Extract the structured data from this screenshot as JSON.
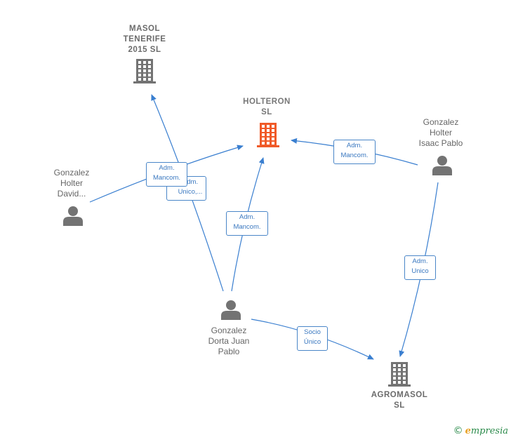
{
  "colors": {
    "edge": "#3a7fd0",
    "icon_gray": "#737373",
    "icon_focus": "#f05a28",
    "label_border": "#4a86c8"
  },
  "nodes": {
    "masol": {
      "label": "MASOL\nTENERIFE\n2015  SL",
      "type": "company",
      "icon": "building-icon"
    },
    "holteron": {
      "label": "HOLTERON\nSL",
      "type": "company-focus",
      "icon": "building-icon"
    },
    "isaac": {
      "label": "Gonzalez\nHolter\nIsaac Pablo",
      "type": "person",
      "icon": "person-icon"
    },
    "david": {
      "label": "Gonzalez\nHolter\nDavid...",
      "type": "person",
      "icon": "person-icon"
    },
    "dorta": {
      "label": "Gonzalez\nDorta Juan\nPablo",
      "type": "person",
      "icon": "person-icon"
    },
    "agromasol": {
      "label": "AGROMASOL\nSL",
      "type": "company",
      "icon": "building-icon"
    }
  },
  "edges": {
    "david_holteron": "Adm.\nMancom.",
    "dorta_masol": "Adm.\nUnico,...",
    "dorta_holteron": "Adm.\nMancom.",
    "isaac_holteron": "Adm.\nMancom.",
    "isaac_agromasol": "Adm.\nUnico",
    "dorta_agromasol": "Socio\nÚnico"
  },
  "footer": {
    "copyright": "©",
    "brand_initial": "e",
    "brand_rest": "mpresia"
  }
}
